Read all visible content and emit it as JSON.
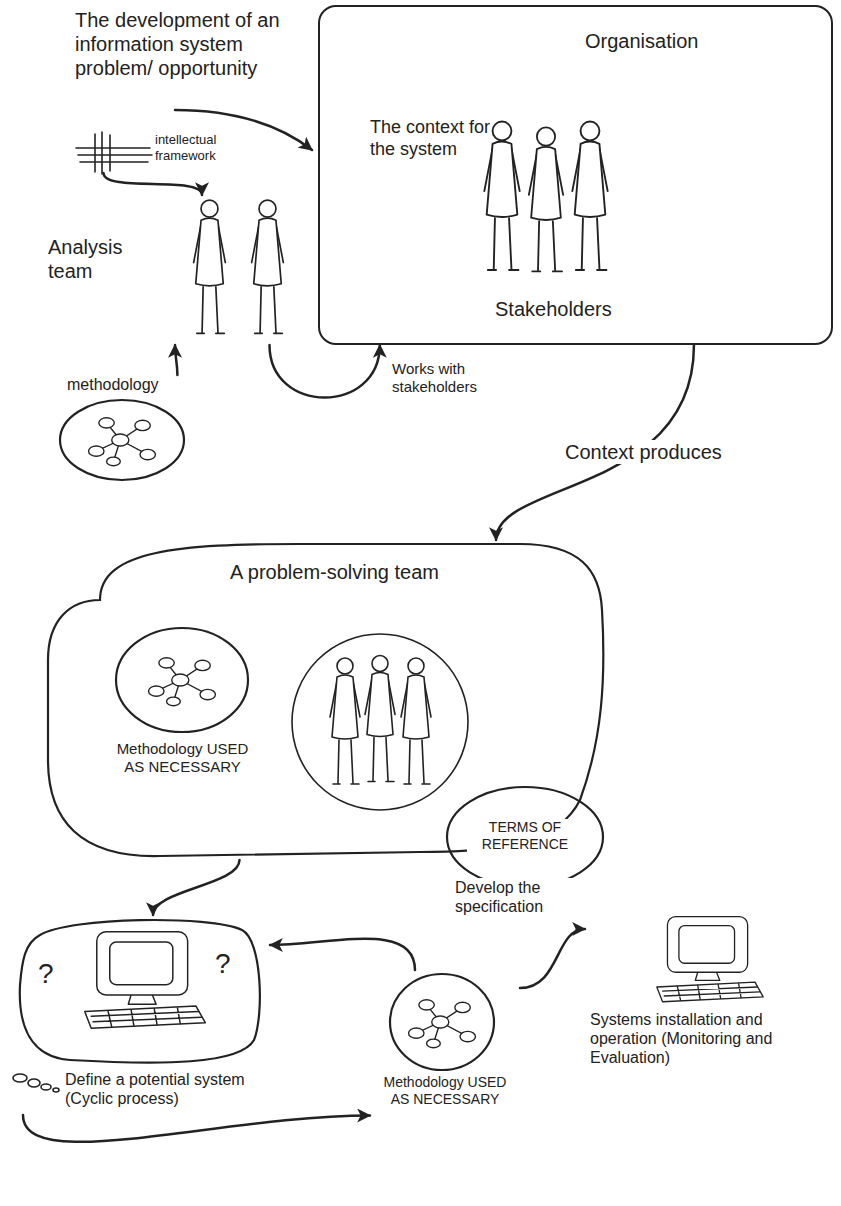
{
  "diagram": {
    "nodes": [
      {
        "text": [
          "Organisation",
          "The context for the system",
          "Stakeholders"
        ]
      },
      {
        "text": [
          "intellectual framework"
        ]
      },
      {
        "text": [
          "Analysis team"
        ]
      },
      {
        "text": [
          "methodology"
        ]
      },
      {
        "text": [
          "A problem-solving team"
        ]
      },
      {
        "text": [
          "Methodology USED AS NECESSARY"
        ],
        "in": 4
      },
      {
        "text": [
          "TERMS OF REFERENCE"
        ]
      },
      {
        "text": [
          "?",
          "?",
          "Define a potential system (Cyclic process)"
        ]
      },
      {
        "text": [
          "Methodology USED AS NECESSARY"
        ]
      },
      {
        "text": [
          "Systems installation and operation (Monitoring and Evaluation)"
        ]
      }
    ],
    "edges": [
      {
        "from": 1,
        "to": 2,
        "arrow": "to"
      },
      {
        "from": 3,
        "to": 2,
        "arrow": "to"
      },
      {
        "from": 2,
        "to": 0,
        "label": "Works with stakeholders",
        "arrow": "to"
      },
      {
        "from": 0,
        "to": 4,
        "label": "Context produces",
        "arrow": "to"
      },
      {
        "from": 4,
        "to": 7,
        "arrow": "to"
      },
      {
        "from": 7,
        "to": 8,
        "arrow": "to"
      },
      {
        "from": 8,
        "to": 7,
        "arrow": "to"
      },
      {
        "from": 8,
        "to": 9,
        "label": "Develop the specification",
        "arrow": "to"
      }
    ],
    "labels": [
      "The development of an information system problem/ opportunity"
    ]
  }
}
